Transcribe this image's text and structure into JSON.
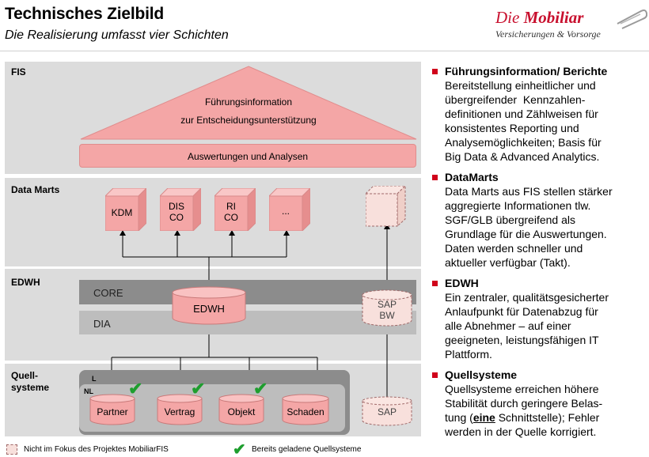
{
  "header": {
    "title": "Technisches Zielbild",
    "subtitle": "Die Realisierung umfasst vier Schichten",
    "logo_brand_part1": "Die",
    "logo_brand_part2": "Mobiliar",
    "logo_tagline": "Versicherungen & Vorsorge"
  },
  "diagram": {
    "layers": {
      "fis": "FIS",
      "data_marts": "Data Marts",
      "edwh": "EDWH",
      "quellsysteme_line1": "Quell-",
      "quellsysteme_line2": "systeme"
    },
    "fis": {
      "triangle_line1": "Führungsinformation",
      "triangle_line2": "zur Entscheidungsunterstützung",
      "analysis_bar": "Auswertungen und Analysen"
    },
    "data_marts": {
      "cubes": [
        {
          "line1": "KDM",
          "line2": ""
        },
        {
          "line1": "DIS",
          "line2": "CO"
        },
        {
          "line1": "RI",
          "line2": "CO"
        },
        {
          "line1": "...",
          "line2": ""
        }
      ]
    },
    "edwh": {
      "core_label": "CORE",
      "dia_label": "DIA",
      "edwh_cylinder": "EDWH",
      "sap_bw_line1": "SAP",
      "sap_bw_line2": "BW"
    },
    "sources": {
      "l_label": "L",
      "nl_label": "NL",
      "systems": [
        "Partner",
        "Vertrag",
        "Objekt",
        "Schaden"
      ],
      "sap": "SAP"
    }
  },
  "sections": [
    {
      "heading": "Führungsinformation/ Berichte",
      "lines": [
        "Bereitstellung einheitlicher und",
        "übergreifender  Kennzahlen-",
        "definitionen und Zählweisen für",
        "konsistentes Reporting und",
        "Analysemöglichkeiten; Basis für",
        "Big Data & Advanced Analytics."
      ]
    },
    {
      "heading": "DataMarts",
      "lines": [
        "Data Marts aus FIS stellen stärker",
        "aggregierte Informationen tlw.",
        "SGF/GLB übergreifend als",
        "Grundlage für die Auswertungen.",
        "Daten werden schneller und",
        "aktueller verfügbar (Takt)."
      ]
    },
    {
      "heading": "EDWH",
      "lines": [
        "Ein zentraler, qualitätsgesicherter",
        "Anlaufpunkt für Datenabzug für",
        "alle Abnehmer – auf einer",
        "geeigneten, leistungsfähigen IT",
        "Plattform."
      ]
    },
    {
      "heading": "Quellsysteme",
      "lines_before": [
        "Quellsysteme erreichen höhere",
        "Stabilität durch geringere Belas-"
      ],
      "line_mixed_start": "tung (",
      "line_mixed_emph": "eine",
      "line_mixed_end": " Schnittstelle); Fehler",
      "lines_after": [
        "werden in der Quelle korrigiert."
      ]
    }
  ],
  "legend": {
    "not_in_focus": "Nicht im Fokus des Projektes MobiliarFIS",
    "loaded_sources": "Bereits geladene Quellsysteme"
  },
  "colors": {
    "salmon": "#f4a6a6",
    "band_gray": "#dcdcdc",
    "dark_gray": "#8c8c8c",
    "check_green": "#1e9e2e",
    "bullet_red": "#d0021b",
    "brand_red": "#c8102e"
  }
}
